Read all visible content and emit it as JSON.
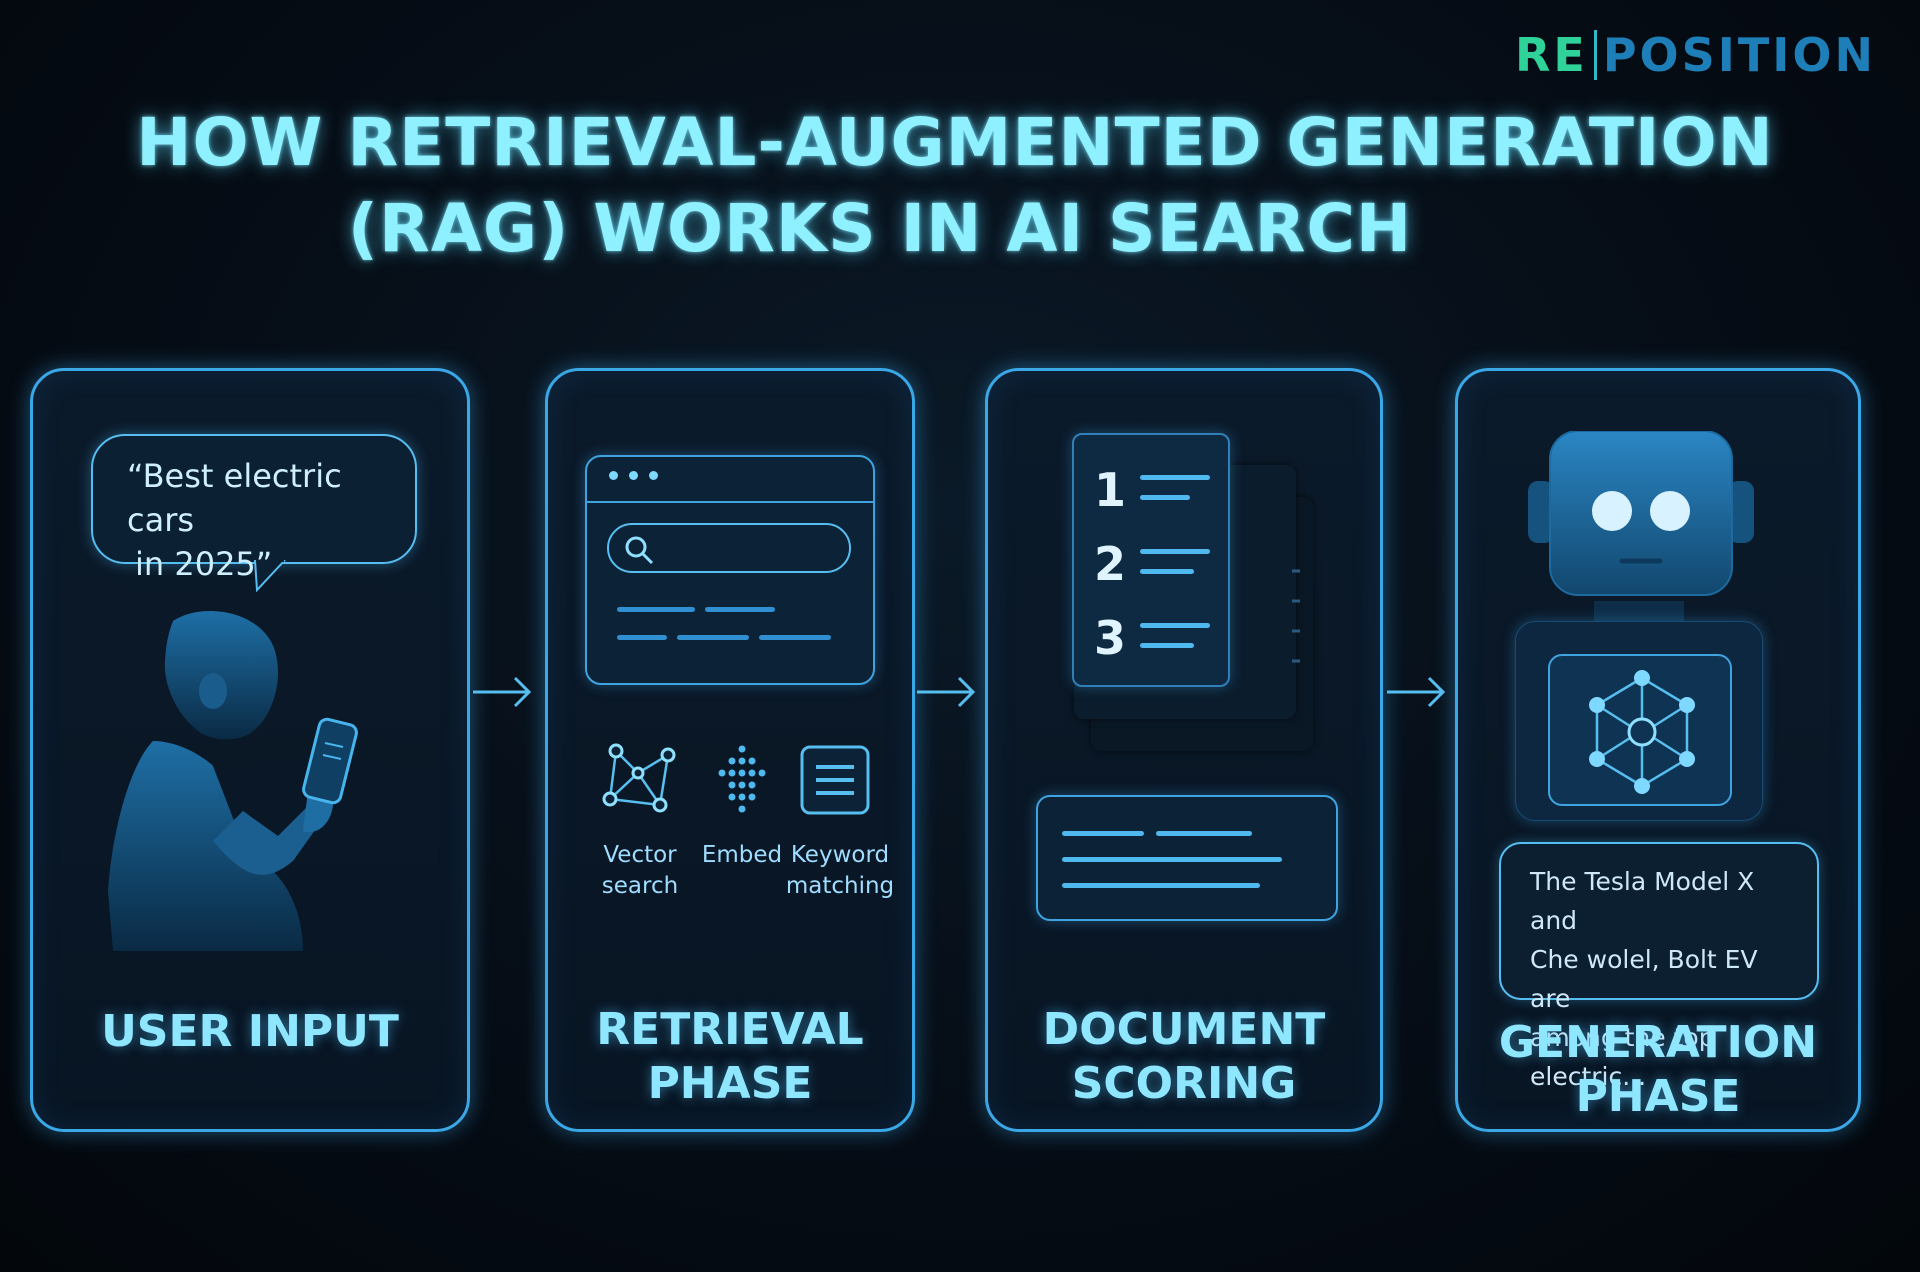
{
  "brand": {
    "logo_left": "RE",
    "logo_right": "POSITION",
    "accent": "#2fd39a",
    "primary": "#1e7fb8"
  },
  "title": {
    "line1": "HOW RETRIEVAL-AUGMENTED GENERATION",
    "line2": "(RAG) WORKS IN AI SEARCH"
  },
  "steps": [
    {
      "label_line1": "USER INPUT",
      "label_line2": "",
      "query_line1": "“Best electric cars",
      "query_line2": "in 2025”",
      "icon": "person-phone-icon"
    },
    {
      "label_line1": "RETRIEVAL",
      "label_line2": "PHASE",
      "icon": "browser-search-icon",
      "methods": [
        {
          "line1": "Vector",
          "line2": "search",
          "icon": "network-nodes-icon"
        },
        {
          "line1": "Embed",
          "line2": "",
          "icon": "dot-grid-icon"
        },
        {
          "line1": "Keyword",
          "line2": "matching",
          "icon": "text-lines-icon"
        }
      ]
    },
    {
      "label_line1": "DOCUMENT",
      "label_line2": "SCORING",
      "icon": "ranked-list-icon",
      "ranks": [
        "1",
        "2",
        "3"
      ]
    },
    {
      "label_line1": "GENERATION",
      "label_line2": "PHASE",
      "icon": "robot-icon",
      "answer_line1": "The Tesla Model X and",
      "answer_line2": "Che wolel, Bolt EV are",
      "answer_line3": "among the top electric..."
    }
  ],
  "colors": {
    "glow": "#3aa7e6",
    "title": "#8ff0ff",
    "label": "#8fe6ff",
    "background": "#060d16"
  }
}
